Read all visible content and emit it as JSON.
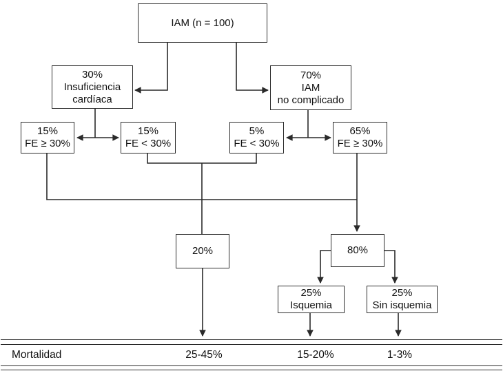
{
  "nodes": {
    "iam": {
      "lines": [
        "IAM (n = 100)"
      ]
    },
    "heart_failure": {
      "lines": [
        "30%",
        "Insuficiencia",
        "cardíaca"
      ]
    },
    "uncomplicated": {
      "lines": [
        "70%",
        "IAM",
        "no complicado"
      ]
    },
    "hf_ef_ge30": {
      "lines": [
        "15%",
        "FE ≥ 30%"
      ]
    },
    "hf_ef_lt30": {
      "lines": [
        "15%",
        "FE < 30%"
      ]
    },
    "unc_ef_lt30": {
      "lines": [
        "5%",
        "FE < 30%"
      ]
    },
    "unc_ef_ge30": {
      "lines": [
        "65%",
        "FE ≥ 30%"
      ]
    },
    "p20": {
      "lines": [
        "20%"
      ]
    },
    "p80": {
      "lines": [
        "80%"
      ]
    },
    "ischemia": {
      "lines": [
        "25%",
        "Isquemia"
      ]
    },
    "no_ischemia": {
      "lines": [
        "25%",
        "Sin isquemia"
      ]
    }
  },
  "mortality": {
    "label": "Mortalidad",
    "values": [
      "25-45%",
      "15-20%",
      "1-3%"
    ]
  },
  "colors": {
    "line": "#2a2a2a",
    "background": "#ffffff"
  }
}
